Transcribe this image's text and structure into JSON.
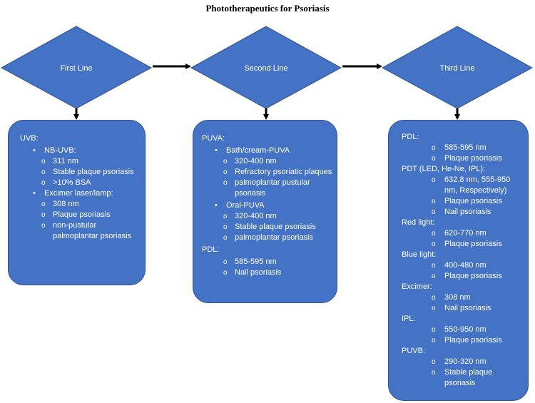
{
  "title": "Phototherapeutics for Psoriasis",
  "colors": {
    "shape_fill": "#4472c4",
    "shape_border": "#2f528f",
    "arrow": "#000000",
    "text": "#ffffff"
  },
  "stages": [
    {
      "label": "First Line"
    },
    {
      "label": "Second Line"
    },
    {
      "label": "Third Line"
    }
  ],
  "first_line": {
    "uvb": "UVB:",
    "nb_uvb": "NB-UVB:",
    "nb_uvb_items": [
      "311 nm",
      "Stable plaque psoriasis",
      ">10% BSA"
    ],
    "excimer": "Excimer laser/lamp:",
    "excimer_items": [
      "308 nm",
      "Plaque psoriasis",
      "non-pustular palmoplantar psoriasis"
    ]
  },
  "second_line": {
    "puva": "PUVA:",
    "bath": "Bath/cream-PUVA",
    "bath_items": [
      "320-400 nm",
      "Refractory psoriatic plaques",
      "palmoplantar pustular psoriasis"
    ],
    "oral": "Oral-PUVA",
    "oral_items": [
      "320-400 nm",
      "Stable plaque psoriasis",
      "palmoplantar psoriasis"
    ],
    "pdl": "PDL:",
    "pdl_items": [
      "585-595 nm",
      "Nail psoriasis"
    ]
  },
  "third_line": {
    "pdl": "PDL:",
    "pdl_items": [
      "585-595 nm",
      "Plaque psoriasis"
    ],
    "pdt": "PDT (LED, He-Ne, IPL):",
    "pdt_items": [
      "632.8 nm, 555-950 nm, Respectively)",
      "Plaque psoriasis",
      "Nail psoriasis"
    ],
    "red": "Red light:",
    "red_items": [
      "620-770 nm",
      "Plaque psoriasis"
    ],
    "blue": "Blue light:",
    "blue_items": [
      "400-480 nm",
      "Plaque psoriasis"
    ],
    "excimer": "Excimer:",
    "excimer_items": [
      "308 nm",
      "Nail psoriasis"
    ],
    "ipl": "IPL:",
    "ipl_items": [
      "550-950 nm",
      "Plaque psoriasis"
    ],
    "puvb": "PUVB:",
    "puvb_items": [
      "290-320 nm",
      "Stable plaque psoriasis"
    ]
  }
}
